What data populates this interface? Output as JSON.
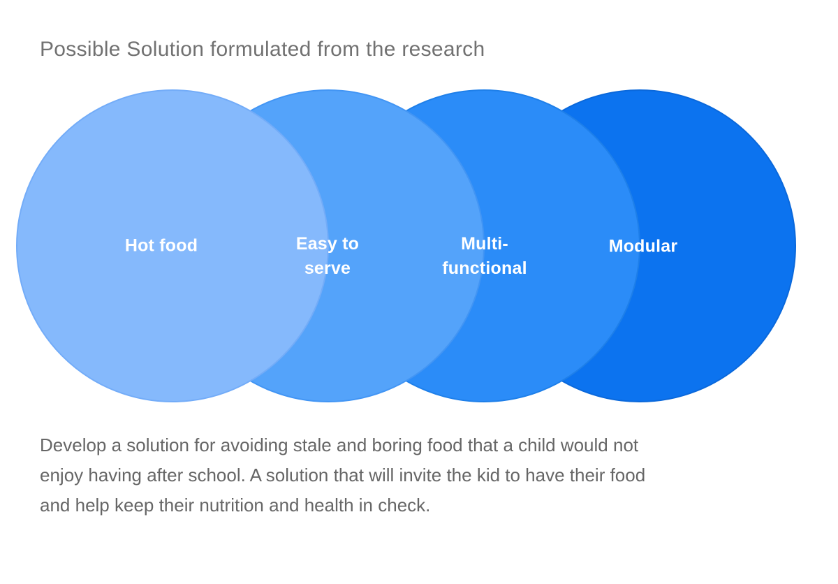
{
  "title": "Possible Solution formulated from the research",
  "diagram": {
    "circles": [
      {
        "id": "hot-food",
        "label_lines": [
          "Hot food"
        ],
        "fill": "#85B9FC",
        "edge": "#73ACF8"
      },
      {
        "id": "easy-to-serve",
        "label_lines": [
          "Easy to",
          "serve"
        ],
        "fill": "#54A3FA",
        "edge": "#4295F4"
      },
      {
        "id": "multi-functional",
        "label_lines": [
          "Multi-",
          "functional"
        ],
        "fill": "#2B8CF8",
        "edge": "#1E7FE9"
      },
      {
        "id": "modular",
        "label_lines": [
          "Modular"
        ],
        "fill": "#0C73EF",
        "edge": "#0A68DB"
      }
    ],
    "label_text_color": "#ffffff"
  },
  "description_lines": [
    "Develop a solution for avoiding stale and boring food that a child would not",
    "enjoy having after school. A solution that will invite the kid to have their food",
    "and help keep their nutrition and health in check."
  ],
  "colors": {
    "background": "#ffffff",
    "title_text": "#717171",
    "body_text": "#666666"
  }
}
